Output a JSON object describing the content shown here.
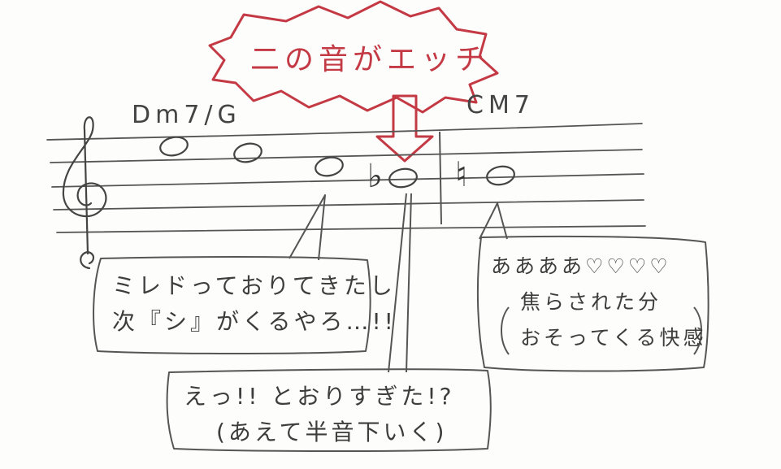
{
  "callout": {
    "text": "二の音がエッチ",
    "color": "#c43a44"
  },
  "chords": {
    "first": "Dm7/G",
    "second": "CM7"
  },
  "accidentals": {
    "flat": "♭",
    "natural": "♮"
  },
  "bubbles": {
    "left": {
      "line1": "ミレドっておりてきたし",
      "line2": "次『シ』がくるやろ…!!"
    },
    "middle": {
      "line1": "えっ!! とおりすぎた!?",
      "line2": "(あえて半音下いく)"
    },
    "right": {
      "line1": "ああああ♡♡♡♡",
      "line2": "焦らされた分",
      "line3": "おそってくる快感"
    }
  },
  "icons": {
    "clef": "treble-clef-icon",
    "arrow": "down-arrow-icon"
  },
  "colors": {
    "ink": "#3a3a3a",
    "accent": "#c43a44",
    "background": "#fdfdfc"
  }
}
